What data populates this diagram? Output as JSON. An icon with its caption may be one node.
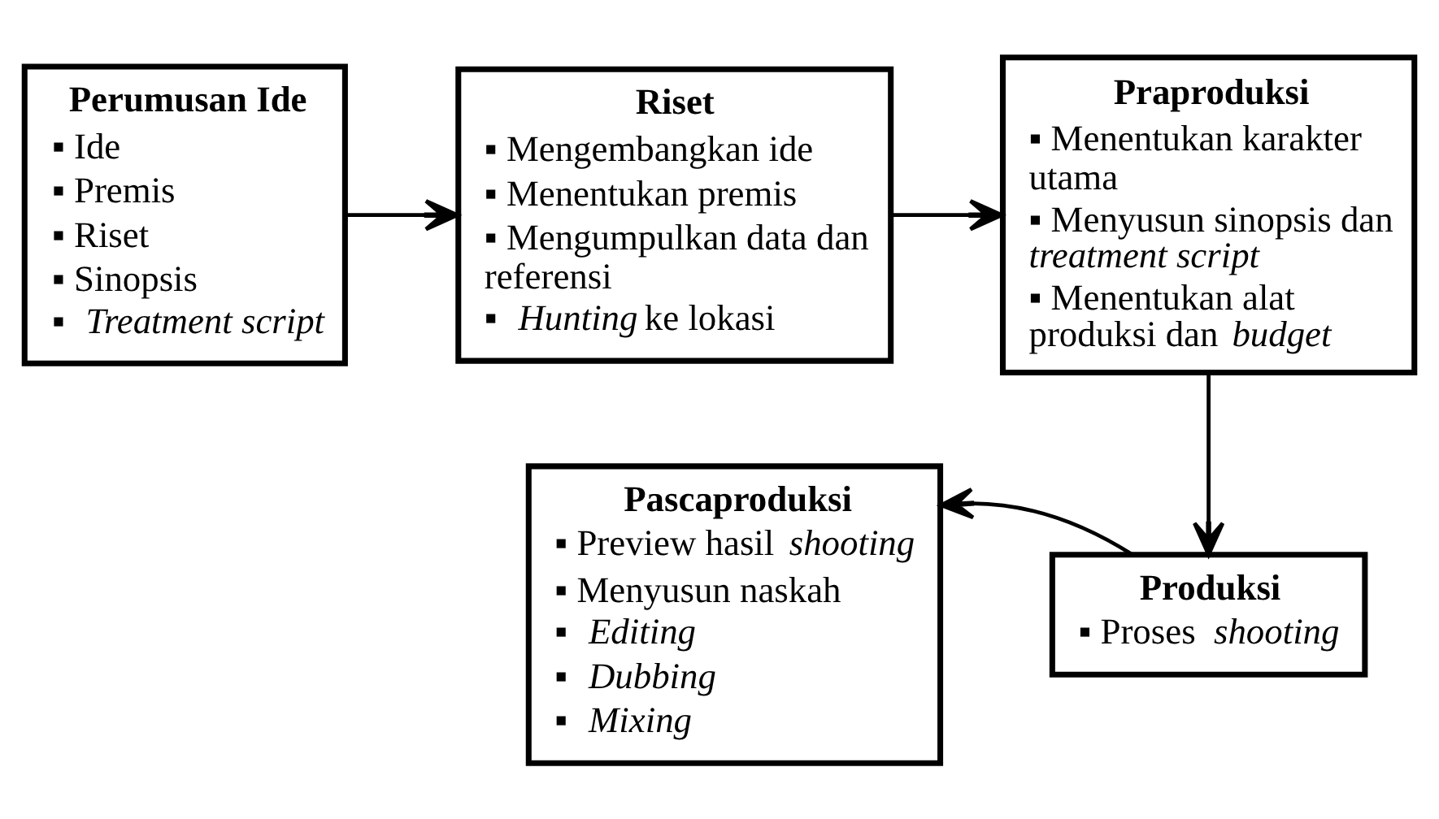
{
  "diagram": {
    "nodes": [
      {
        "text": [
          "Perumusan Ide",
          "▪ Ide",
          "▪ Premis",
          "▪ Riset",
          "▪ Sinopsis",
          "▪ *Treatment script*"
        ]
      },
      {
        "text": [
          "Riset",
          "▪ Mengembangkan ide",
          "▪ Menentukan premis",
          "▪ Mengumpulkan data dan referensi",
          "▪ *Hunting* ke lokasi"
        ]
      },
      {
        "text": [
          "Praproduksi",
          "▪ Menentukan karakter utama",
          "▪ Menyusun sinopsis dan *treatment script*",
          "▪ Menentukan alat produksi dan *budget*"
        ]
      },
      {
        "text": [
          "Pascaproduksi",
          "▪ Preview hasil *shooting*",
          "▪ Menyusun naskah",
          "▪ *Editing*",
          "▪ *Dubbing*",
          "▪ *Mixing*"
        ]
      },
      {
        "text": [
          "Produksi",
          "▪ Proses *shooting*"
        ]
      }
    ],
    "edges": [
      {
        "from": 0,
        "to": 1,
        "arrow": "to"
      },
      {
        "from": 1,
        "to": 2,
        "arrow": "to"
      },
      {
        "from": 2,
        "to": 4,
        "arrow": "to"
      },
      {
        "from": 4,
        "to": 3,
        "arrow": "to"
      }
    ]
  }
}
